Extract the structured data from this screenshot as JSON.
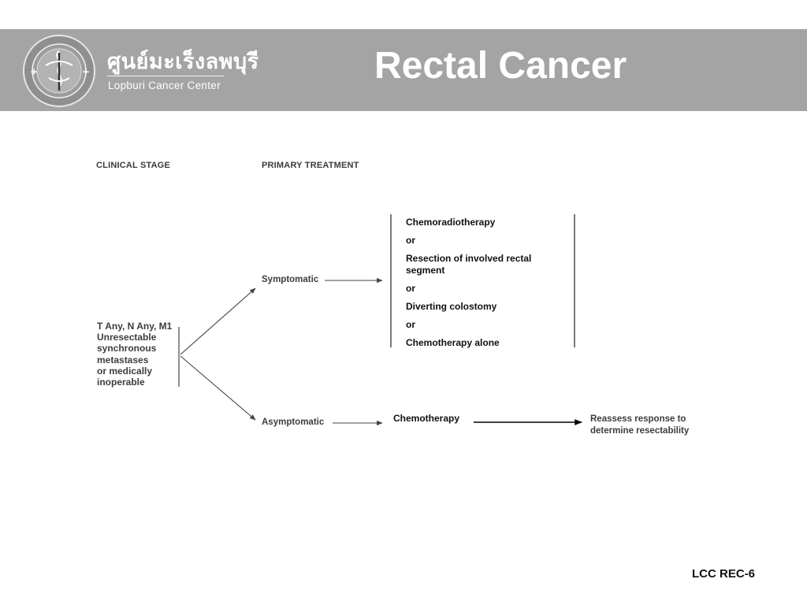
{
  "header": {
    "title": "Rectal Cancer",
    "logo_thai": "ศูนย์มะเร็งลพบุรี",
    "logo_english": "Lopburi Cancer Center"
  },
  "columns": {
    "clinical_stage": "CLINICAL STAGE",
    "primary_treatment": "PRIMARY TREATMENT"
  },
  "clinical_stage_lines": [
    "T Any, N Any, M1",
    "Unresectable",
    "synchronous",
    "metastases",
    "or medically",
    "inoperable"
  ],
  "branches": {
    "symptomatic": "Symptomatic",
    "asymptomatic": "Asymptomatic"
  },
  "symptomatic_options": [
    "Chemoradiotherapy",
    "or",
    "Resection of involved rectal segment",
    "or",
    "Diverting colostomy",
    "or",
    "Chemotherapy alone"
  ],
  "asymptomatic_treatment": "Chemotherapy",
  "followup_lines": [
    "Reassess response to",
    "determine resectability"
  ],
  "footer": {
    "code": "LCC REC-6"
  },
  "colors": {
    "header_band": "#a4a4a4",
    "title": "#ffffff",
    "line": "#444444"
  }
}
